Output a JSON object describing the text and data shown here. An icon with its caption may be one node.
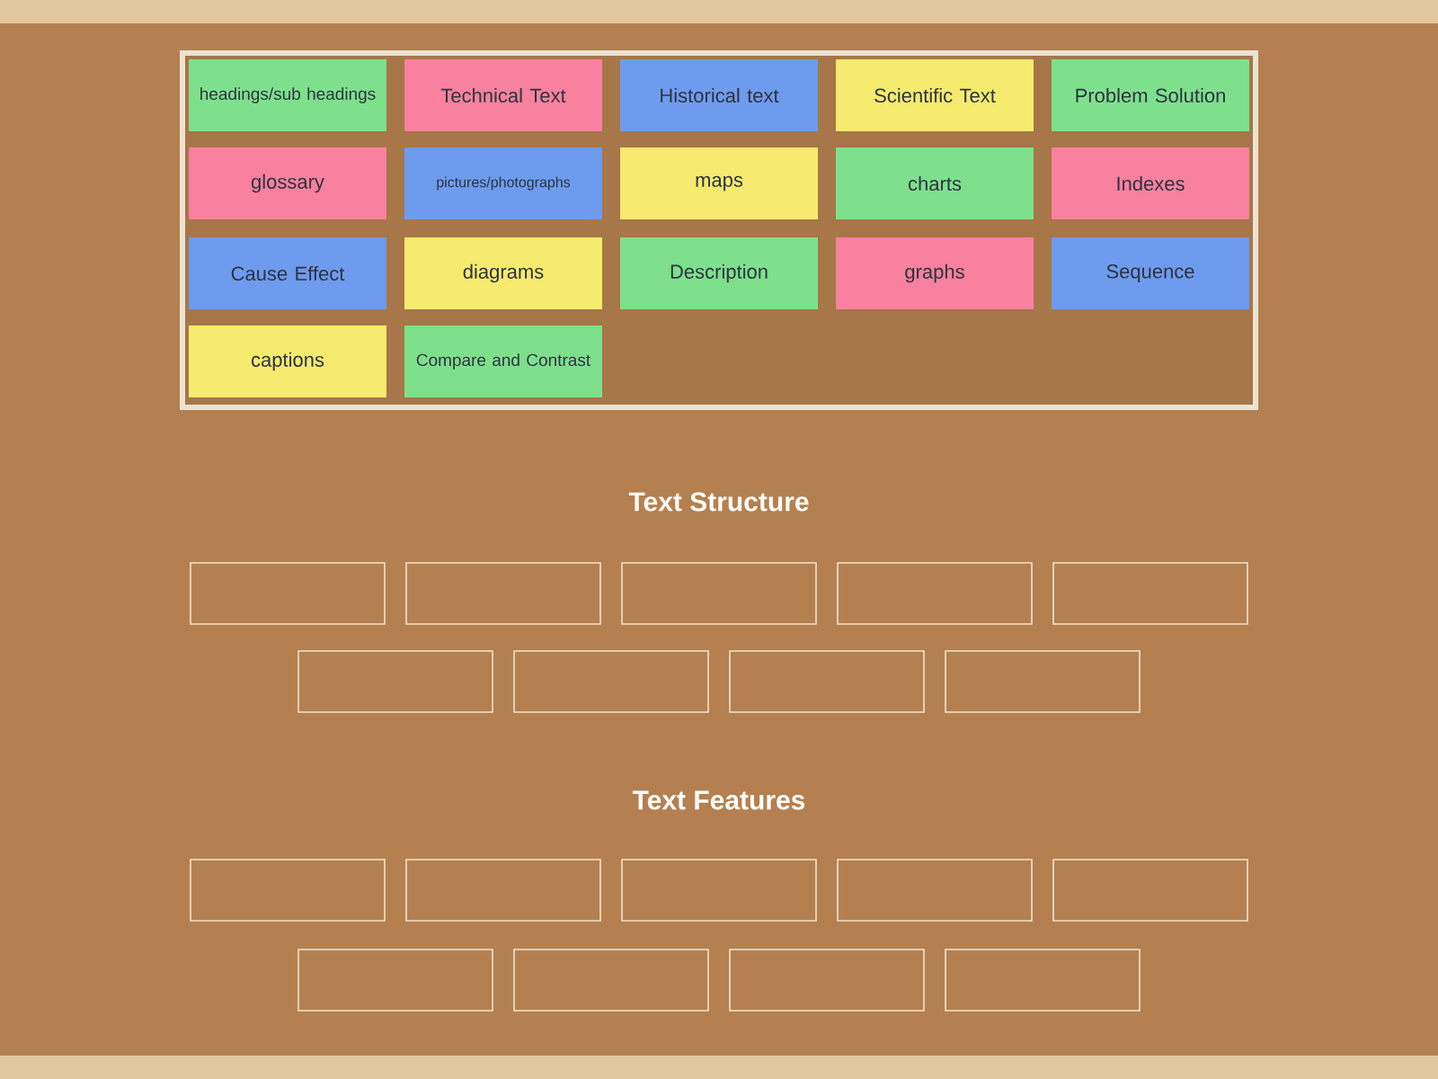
{
  "diagram": {
    "nodes": [
      {
        "text": [],
        "shape": "box"
      },
      {
        "text": [
          "headings/sub headings"
        ],
        "in": 0
      },
      {
        "text": [
          "Technical Text"
        ],
        "in": 0
      },
      {
        "text": [
          "Historical text"
        ],
        "in": 0
      },
      {
        "text": [
          "Scientific Text"
        ],
        "in": 0
      },
      {
        "text": [
          "Problem Solution"
        ],
        "in": 0
      },
      {
        "text": [
          "glossary"
        ],
        "in": 0
      },
      {
        "text": [
          "pictures/photographs"
        ],
        "in": 0
      },
      {
        "text": [
          "maps"
        ],
        "in": 0
      },
      {
        "text": [
          "charts"
        ],
        "in": 0
      },
      {
        "text": [
          "Indexes"
        ],
        "in": 0
      },
      {
        "text": [
          "Cause Effect"
        ],
        "in": 0
      },
      {
        "text": [
          "diagrams"
        ],
        "in": 0
      },
      {
        "text": [
          "Description"
        ],
        "in": 0
      },
      {
        "text": [
          "graphs"
        ],
        "in": 0
      },
      {
        "text": [
          "Sequence"
        ],
        "in": 0
      },
      {
        "text": [
          "captions"
        ],
        "in": 0
      },
      {
        "text": [
          "Compare and Contrast"
        ],
        "in": 0
      },
      {
        "text": [],
        "shape": "box"
      },
      {
        "text": [],
        "shape": "box"
      },
      {
        "text": [],
        "shape": "box"
      },
      {
        "text": [],
        "shape": "box"
      },
      {
        "text": [],
        "shape": "box"
      },
      {
        "text": [],
        "shape": "box"
      },
      {
        "text": [],
        "shape": "box"
      },
      {
        "text": [],
        "shape": "box"
      },
      {
        "text": [],
        "shape": "box"
      },
      {
        "text": [],
        "shape": "box"
      },
      {
        "text": [],
        "shape": "box"
      },
      {
        "text": [],
        "shape": "box"
      },
      {
        "text": [],
        "shape": "box"
      },
      {
        "text": [],
        "shape": "box"
      },
      {
        "text": [],
        "shape": "box"
      },
      {
        "text": [],
        "shape": "box"
      },
      {
        "text": [],
        "shape": "box"
      },
      {
        "text": [],
        "shape": "box"
      }
    ],
    "labels": [
      "Text Structure",
      "Text Features"
    ]
  }
}
